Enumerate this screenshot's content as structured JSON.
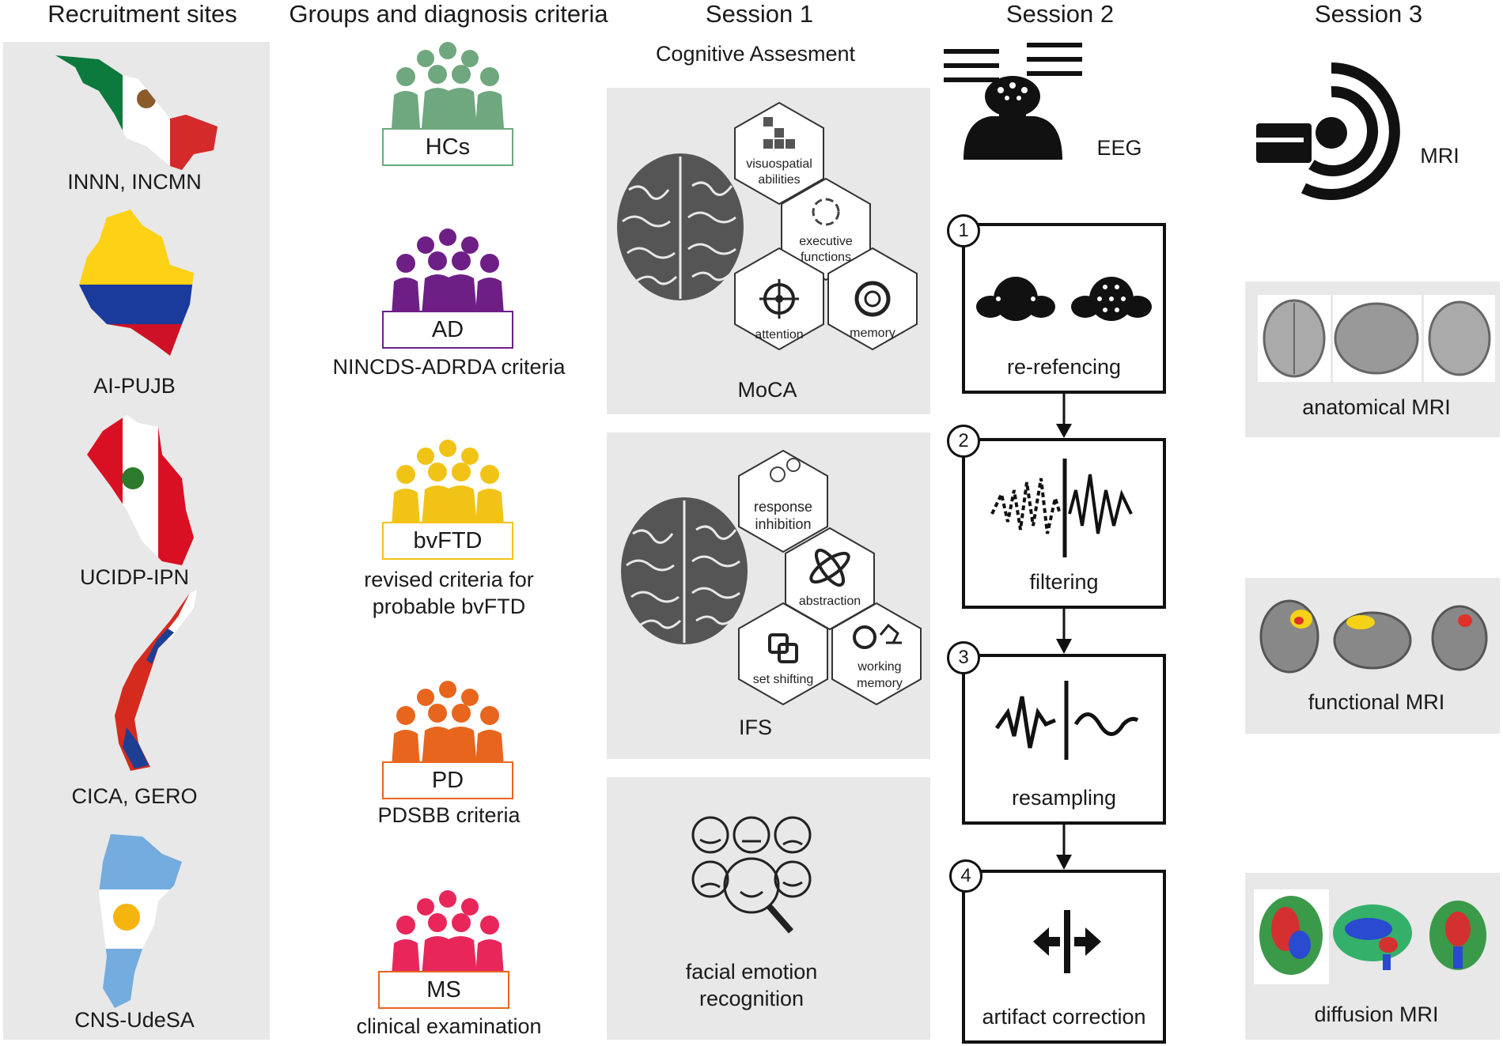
{
  "columns": {
    "recruitment": "Recruitment sites",
    "groups": "Groups and diagnosis criteria",
    "session1": "Session 1",
    "session2": "Session 2",
    "session3": "Session 3"
  },
  "sites": [
    {
      "label": "INNN, INCMN",
      "country_icon": "mexico-flag-map"
    },
    {
      "label": "AI-PUJB",
      "country_icon": "colombia-flag-map"
    },
    {
      "label": "UCIDP-IPN",
      "country_icon": "peru-flag-map"
    },
    {
      "label": "CICA, GERO",
      "country_icon": "chile-flag-map"
    },
    {
      "label": "CNS-UdeSA",
      "country_icon": "argentina-flag-map"
    }
  ],
  "groups": [
    {
      "label": "HCs",
      "criteria": "",
      "color": "#6fa77e"
    },
    {
      "label": "AD",
      "criteria": "NINCDS-ADRDA criteria",
      "color": "#6e1f86"
    },
    {
      "label": "bvFTD",
      "criteria_line1": "revised criteria for",
      "criteria_line2": "probable bvFTD",
      "color": "#f2c317"
    },
    {
      "label": "PD",
      "criteria": "PDSBB criteria",
      "color": "#e8651e"
    },
    {
      "label": "MS",
      "criteria": "clinical examination",
      "color": "#e8265a"
    }
  ],
  "session1": {
    "subtitle": "Cognitive Assesment",
    "moca": {
      "label": "MoCA",
      "domains": [
        "visuospatial",
        "abilities",
        "executive",
        "functions",
        "attention",
        "memory"
      ]
    },
    "ifs": {
      "label": "IFS",
      "domains": [
        "response",
        "inhibition",
        "abstraction",
        "set shifting",
        "working",
        "memory"
      ]
    },
    "facial": {
      "line1": "facial emotion",
      "line2": "recognition"
    }
  },
  "session2": {
    "modality": "EEG",
    "steps": [
      {
        "num": "1",
        "label": "re-refencing"
      },
      {
        "num": "2",
        "label": "filtering"
      },
      {
        "num": "3",
        "label": "resampling"
      },
      {
        "num": "4",
        "label": "artifact correction"
      }
    ]
  },
  "session3": {
    "modality": "MRI",
    "panels": [
      "anatomical MRI",
      "functional MRI",
      "diffusion MRI"
    ]
  },
  "colors": {
    "panel_bg": "#e8e8e8",
    "hc": "#6fa77e",
    "ad": "#6e1f86",
    "bvftd": "#f2c317",
    "pd": "#e8651e",
    "ms": "#e8265a"
  }
}
